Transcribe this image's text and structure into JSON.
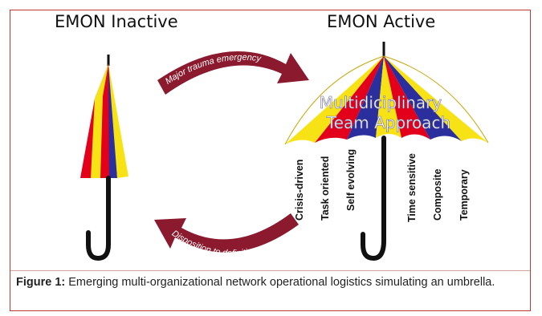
{
  "titles": {
    "inactive": "EMON Inactive",
    "active": "EMON Active"
  },
  "arrows": {
    "top": "Major trauma emergency",
    "bottom": "Disposition to definitive care"
  },
  "canopy_text": {
    "line1": "Multidiciplinary",
    "line2": "Team Approach"
  },
  "attributes": [
    "Crisis-driven",
    "Task oriented",
    "Self evolving",
    "Time sensitive",
    "Composite",
    "Temporary"
  ],
  "caption": {
    "label": "Figure 1:",
    "text": "Emerging multi-organizational network operational logistics simulating an umbrella."
  },
  "colors": {
    "red": "#e3001b",
    "yellow": "#f7e315",
    "blue": "#2b2f9e",
    "arrow": "#8b1a2e",
    "border": "#c0392b"
  }
}
